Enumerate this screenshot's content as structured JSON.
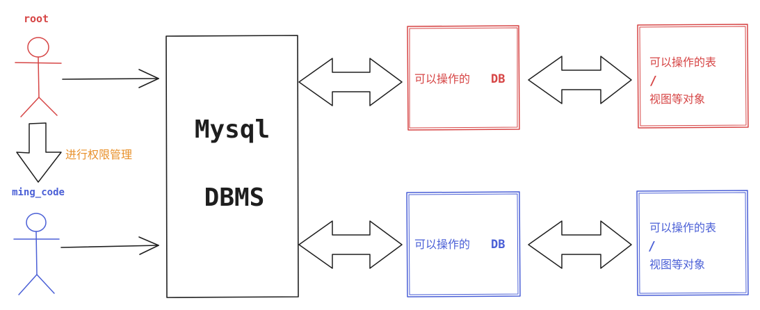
{
  "users": {
    "root": {
      "label": "root",
      "color": "#d64545"
    },
    "ming_code": {
      "label": "ming_code",
      "color": "#4a5fd6"
    }
  },
  "permission_note": {
    "text": "进行权限管理",
    "color": "#e8902a"
  },
  "dbms": {
    "line1": "Mysql",
    "line2": "DBMS"
  },
  "db_box": {
    "text": "可以操作的",
    "db_label": "DB"
  },
  "table_box": {
    "line1": "可以操作的表",
    "slash": "/",
    "line2": "视图等对象"
  },
  "colors": {
    "ink": "#1e1e1e",
    "red": "#d64545",
    "blue": "#4a5fd6",
    "orange": "#e8902a"
  }
}
